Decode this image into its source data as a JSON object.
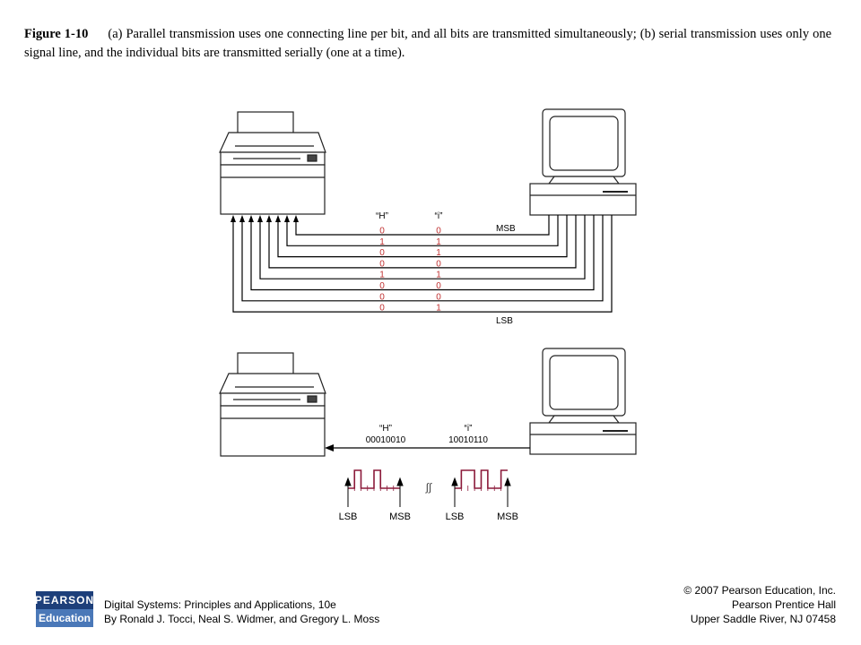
{
  "caption": {
    "figure_label": "Figure 1-10",
    "text": "(a) Parallel transmission uses one connecting line per bit, and all bits are transmitted simultaneously; (b) serial transmission uses only one signal line, and the individual bits are transmitted serially (one at a time)."
  },
  "parallel": {
    "char_h_label": "“H”",
    "char_i_label": "“i”",
    "h_bits": [
      "0",
      "1",
      "0",
      "0",
      "1",
      "0",
      "0",
      "0"
    ],
    "i_bits": [
      "0",
      "1",
      "1",
      "0",
      "1",
      "0",
      "0",
      "1"
    ],
    "msb_label": "MSB",
    "lsb_label": "LSB"
  },
  "serial": {
    "char_h_label": "“H”",
    "char_i_label": "“i”",
    "h_code": "00010010",
    "i_code": "10010110",
    "left_lsb": "LSB",
    "left_msb": "MSB",
    "right_lsb": "LSB",
    "right_msb": "MSB",
    "break_mark": "∫∫"
  },
  "colors": {
    "line": "#000000",
    "waveform": "#8b1a3a",
    "device": "#222222"
  },
  "footer": {
    "logo_top": "PEARSON",
    "logo_bottom": "Education",
    "book_title": "Digital Systems: Principles and Applications, 10e",
    "book_authors": "By Ronald J. Tocci, Neal S. Widmer, and Gregory L. Moss",
    "copyright_line1": "© 2007 Pearson Education, Inc.",
    "copyright_line2": "Pearson Prentice Hall",
    "copyright_line3": "Upper Saddle River, NJ 07458"
  }
}
